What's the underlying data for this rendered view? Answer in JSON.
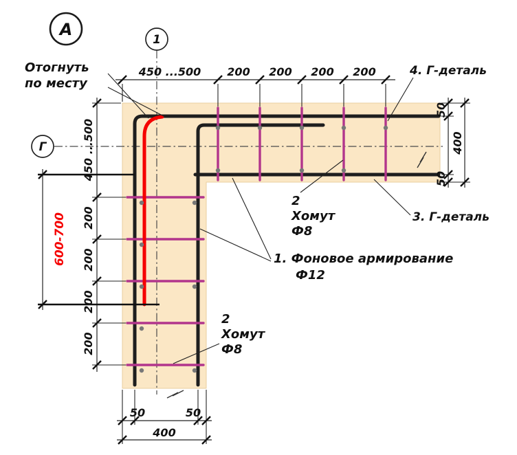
{
  "markers": {
    "detail": "А",
    "axis_top": "1",
    "axis_left": "Г"
  },
  "notes": {
    "bend": [
      "Отогнуть",
      "по месту"
    ],
    "l_detail_top": "4. Г-деталь",
    "l_detail_right": "3. Г-деталь",
    "stirrup_upper": [
      "2",
      "Хомут",
      "Ф8"
    ],
    "stirrup_lower": [
      "2",
      "Хомут",
      "Ф8"
    ],
    "background": [
      "1. Фоновое армирование",
      "Ф12"
    ]
  },
  "dims": {
    "top": [
      "450 ...500",
      "200",
      "200",
      "200",
      "200"
    ],
    "left": [
      "450 ...500",
      "200",
      "200",
      "200",
      "200"
    ],
    "right": [
      "50",
      "400",
      "50"
    ],
    "bottom": [
      "50",
      "50",
      "400"
    ],
    "bend_depth": "600-700"
  },
  "colors": {
    "concrete": "#FBE7C5",
    "rebar": "#1E1E1E",
    "bent_bar": "#F50000",
    "stirrup": "#B2358C",
    "section_dot": "#787878"
  }
}
